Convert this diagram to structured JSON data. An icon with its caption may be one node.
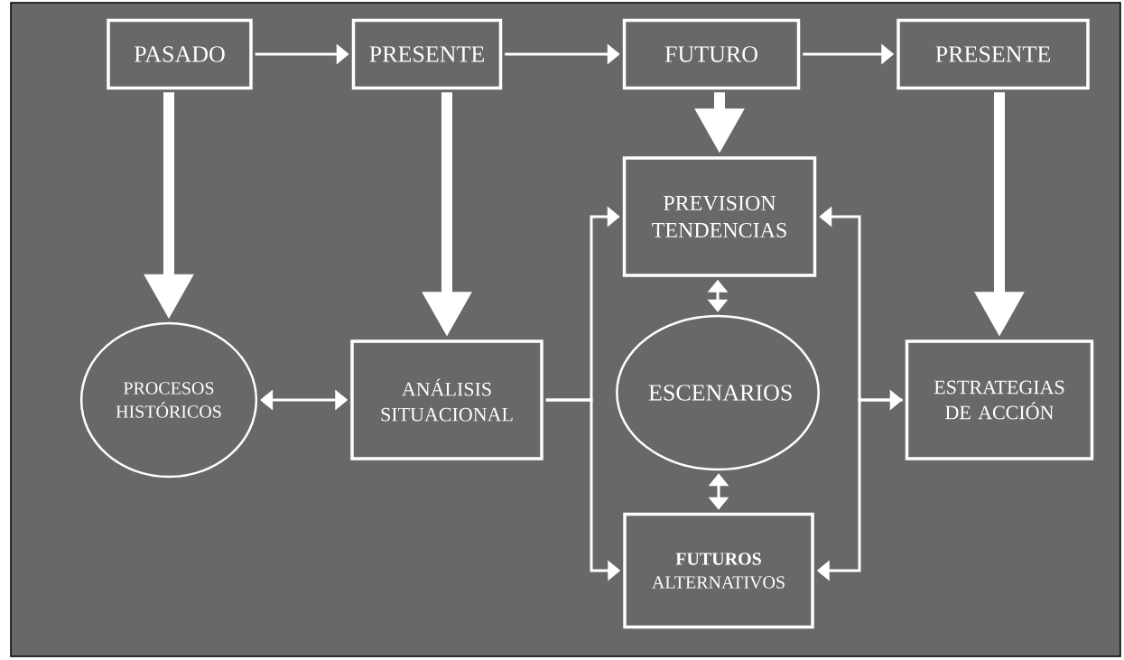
{
  "diagram": {
    "nodes": [
      {
        "text": [
          "PASADO"
        ]
      },
      {
        "text": [
          "PRESENTE"
        ]
      },
      {
        "text": [
          "FUTURO"
        ]
      },
      {
        "text": [
          "PRESENTE"
        ]
      },
      {
        "text": [
          "PROCESOS HISTÓRICOS"
        ]
      },
      {
        "text": [
          "ANÁLISIS SITUACIONAL"
        ]
      },
      {
        "text": [
          "PREVISION TENDENCIAS"
        ]
      },
      {
        "text": [
          "ESCENARIOS"
        ]
      },
      {
        "text": [
          "**FUTUROS** ALTERNATIVOS"
        ]
      },
      {
        "text": [
          "ESTRATEGIAS DE ACCIÓN"
        ]
      }
    ],
    "edges": [
      {
        "from": 0,
        "to": 1,
        "arrow": "to"
      },
      {
        "from": 1,
        "to": 2,
        "arrow": "to"
      },
      {
        "from": 2,
        "to": 3,
        "arrow": "to"
      },
      {
        "from": 0,
        "to": 4,
        "arrow": "to",
        "style": "thick"
      },
      {
        "from": 1,
        "to": 5,
        "arrow": "to",
        "style": "thick"
      },
      {
        "from": 2,
        "to": 6,
        "arrow": "to",
        "style": "thick"
      },
      {
        "from": 3,
        "to": 9,
        "arrow": "to",
        "style": "thick"
      },
      {
        "from": 4,
        "to": 5,
        "arrow": "both"
      },
      {
        "from": 5,
        "to": 6,
        "arrow": "to"
      },
      {
        "from": 5,
        "to": 8,
        "arrow": "to"
      },
      {
        "from": 6,
        "to": 7,
        "arrow": "both"
      },
      {
        "from": 7,
        "to": 8,
        "arrow": "both"
      },
      {
        "from": 9,
        "to": 6,
        "arrow": "both"
      },
      {
        "from": 9,
        "to": 8,
        "arrow": "to"
      }
    ]
  }
}
